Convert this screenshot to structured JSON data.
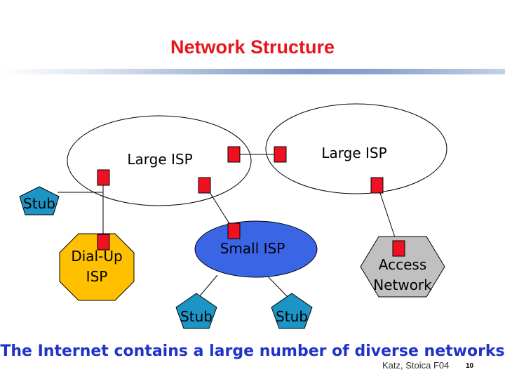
{
  "slide": {
    "title": "Network Structure",
    "caption": "The Internet contains a large number of diverse networks",
    "footer": "Katz, Stoica F04",
    "page_number": "10"
  },
  "diagram": {
    "large_isp_left": "Large ISP",
    "large_isp_right": "Large ISP",
    "small_isp": "Small ISP",
    "dialup_line1": "Dial-Up",
    "dialup_line2": "ISP",
    "access_line1": "Access",
    "access_line2": "Network",
    "stub_top": "Stub",
    "stub_left": "Stub",
    "stub_right": "Stub"
  },
  "colors": {
    "title": "#e8141b",
    "caption": "#1f33c8",
    "router": "#ee1122",
    "small_isp_fill": "#3a66e6",
    "dialup_fill": "#ffc000",
    "access_fill": "#c0c0c0",
    "stub_fill": "#1c95c6"
  }
}
